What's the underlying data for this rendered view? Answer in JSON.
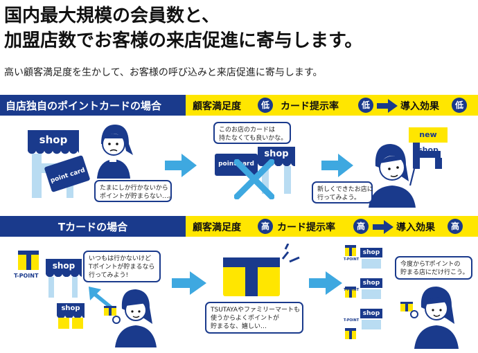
{
  "headline": {
    "line1": "国内最大規模の会員数と、",
    "line2": "加盟店数でお客様の来店促進に寄与します。",
    "subtitle": "高い顧客満足度を生かして、お客様の呼び込みと来店促進に寄与します。"
  },
  "section_own": {
    "label": "自店独自のポイントカードの場合",
    "metric1": "顧客満足度",
    "metric2": "カード提示率",
    "metric3": "導入効果",
    "badge": "低",
    "shop_sign": "shop",
    "card_text": "point card",
    "new_shop": "new shop",
    "bubble1_line1": "たまにしか行かないから",
    "bubble1_line2": "ポイントが貯まらない…。",
    "bubble2_line1": "このお店のカードは",
    "bubble2_line2": "持たなくても良いかな。",
    "bubble3_line1": "新しくできたお店に",
    "bubble3_line2": "行ってみよう。"
  },
  "section_t": {
    "label": "Tカードの場合",
    "metric1": "顧客満足度",
    "metric2": "カード提示率",
    "metric3": "導入効果",
    "badge": "高",
    "shop_sign": "shop",
    "tpoint": "T-POINT",
    "bubble1_line1": "いつもは行かないけど",
    "bubble1_line2": "Tポイントが貯まるなら",
    "bubble1_line3": "行ってみよう!",
    "bubble2_line1": "TSUTAYAやファミリーマートも",
    "bubble2_line2": "使うからよくポイントが",
    "bubble2_line3": "貯まるな、嬉しい…",
    "bubble3_line1": "今度からTポイントの",
    "bubble3_line2": "貯まる店にだけ行こう。"
  },
  "colors": {
    "navy": "#1a3a8c",
    "yellow": "#ffe600",
    "arrow": "#3ea8e0"
  }
}
